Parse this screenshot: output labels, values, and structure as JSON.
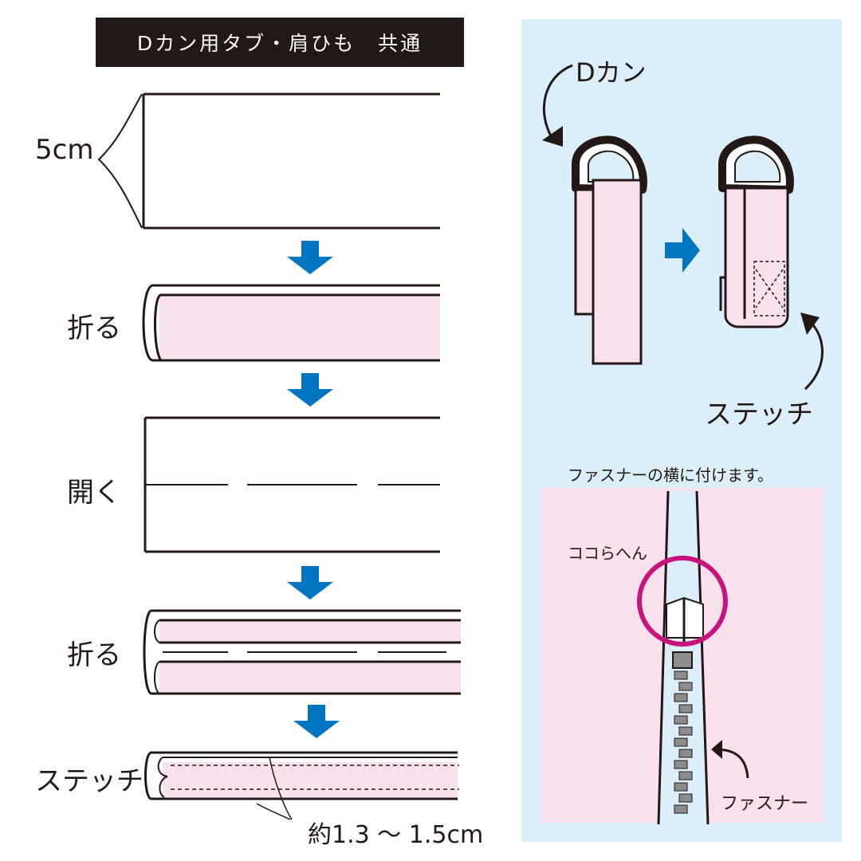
{
  "title": "Dカン用タブ・肩ひも　共通",
  "steps": {
    "width_label": "5cm",
    "fold1": "折る",
    "open": "開く",
    "fold2": "折る",
    "stitch": "ステッチ",
    "stitch_note": "約1.3 ～ 1.5cm"
  },
  "right": {
    "dkan_label": "Dカン",
    "stitch_label": "ステッチ",
    "zip_caption": "ファスナーの横に付けます。",
    "here_label": "ココらへん",
    "zipper_label": "ファスナー"
  },
  "colors": {
    "ink": "#231815",
    "pink": "#f9e1ee",
    "light_blue": "#dceef9",
    "arrow_blue": "#0075c2",
    "magenta": "#c8137d",
    "zipper_gray": "#8c8c8c"
  }
}
